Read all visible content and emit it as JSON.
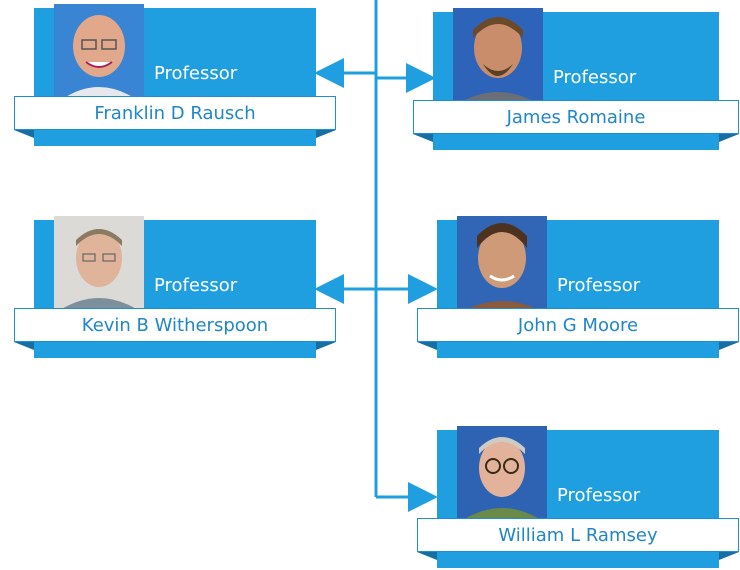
{
  "colors": {
    "card": "#1f9fe0",
    "connector": "#1f9fe0",
    "name_text": "#1f86c8"
  },
  "nodes": [
    {
      "name": "Franklin D Rausch",
      "title": "Professor",
      "photo": "person-photo"
    },
    {
      "name": "James Romaine",
      "title": "Professor",
      "photo": "person-photo"
    },
    {
      "name": "Kevin B Witherspoon",
      "title": "Professor",
      "photo": "person-photo"
    },
    {
      "name": "John G Moore",
      "title": "Professor",
      "photo": "person-photo"
    },
    {
      "name": "William L Ramsey",
      "title": "Professor",
      "photo": "person-photo"
    }
  ]
}
